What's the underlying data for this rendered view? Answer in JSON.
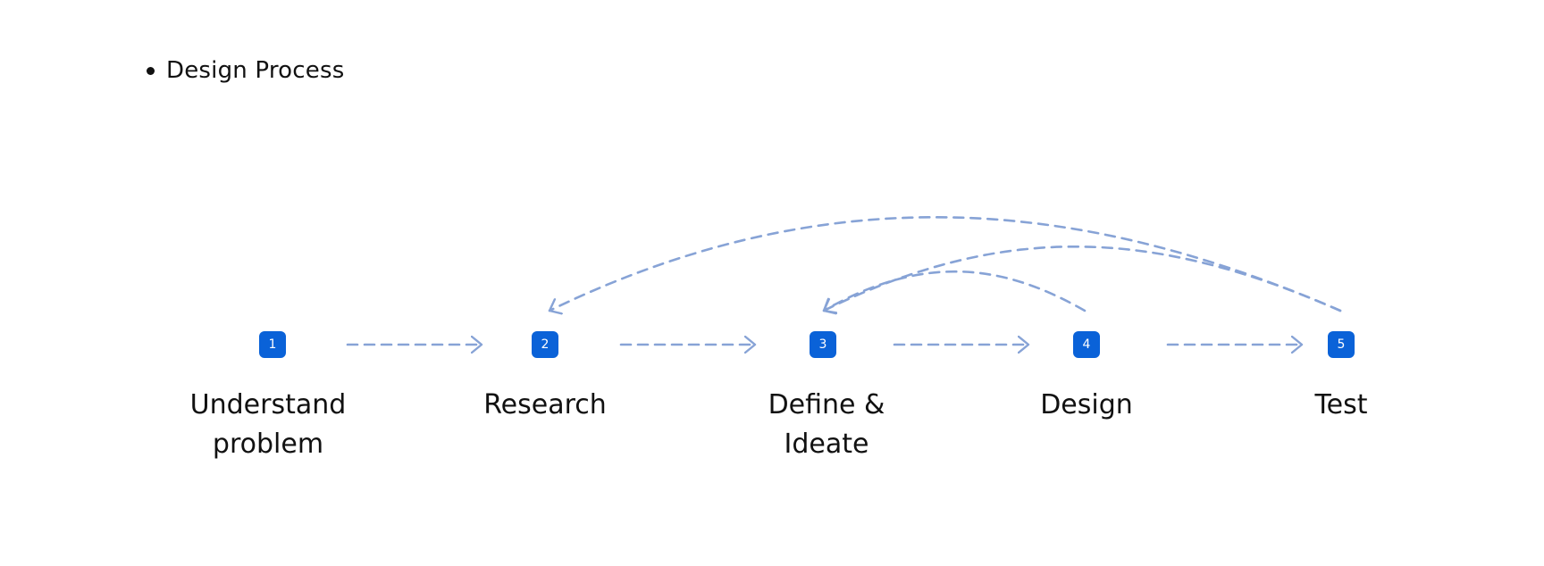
{
  "heading": {
    "bullet_title": "Design Process"
  },
  "steps": [
    {
      "number": "1",
      "label_line1": "Understand",
      "label_line2": "problem"
    },
    {
      "number": "2",
      "label_line1": "Research",
      "label_line2": ""
    },
    {
      "number": "3",
      "label_line1": "Define &",
      "label_line2": "Ideate"
    },
    {
      "number": "4",
      "label_line1": "Design",
      "label_line2": ""
    },
    {
      "number": "5",
      "label_line1": "Test",
      "label_line2": ""
    }
  ],
  "connections": [
    {
      "from": "1",
      "to": "2",
      "style": "dashed-forward"
    },
    {
      "from": "2",
      "to": "3",
      "style": "dashed-forward"
    },
    {
      "from": "3",
      "to": "4",
      "style": "dashed-forward"
    },
    {
      "from": "4",
      "to": "5",
      "style": "dashed-forward"
    },
    {
      "from": "4",
      "to": "3",
      "style": "dashed-feedback-arc"
    },
    {
      "from": "5",
      "to": "3",
      "style": "dashed-feedback-arc"
    },
    {
      "from": "5",
      "to": "2",
      "style": "dashed-feedback-arc"
    }
  ],
  "colors": {
    "node_fill": "#0a62d8",
    "node_text": "#ffffff",
    "arrow": "#87a3d6",
    "text": "#111111"
  }
}
